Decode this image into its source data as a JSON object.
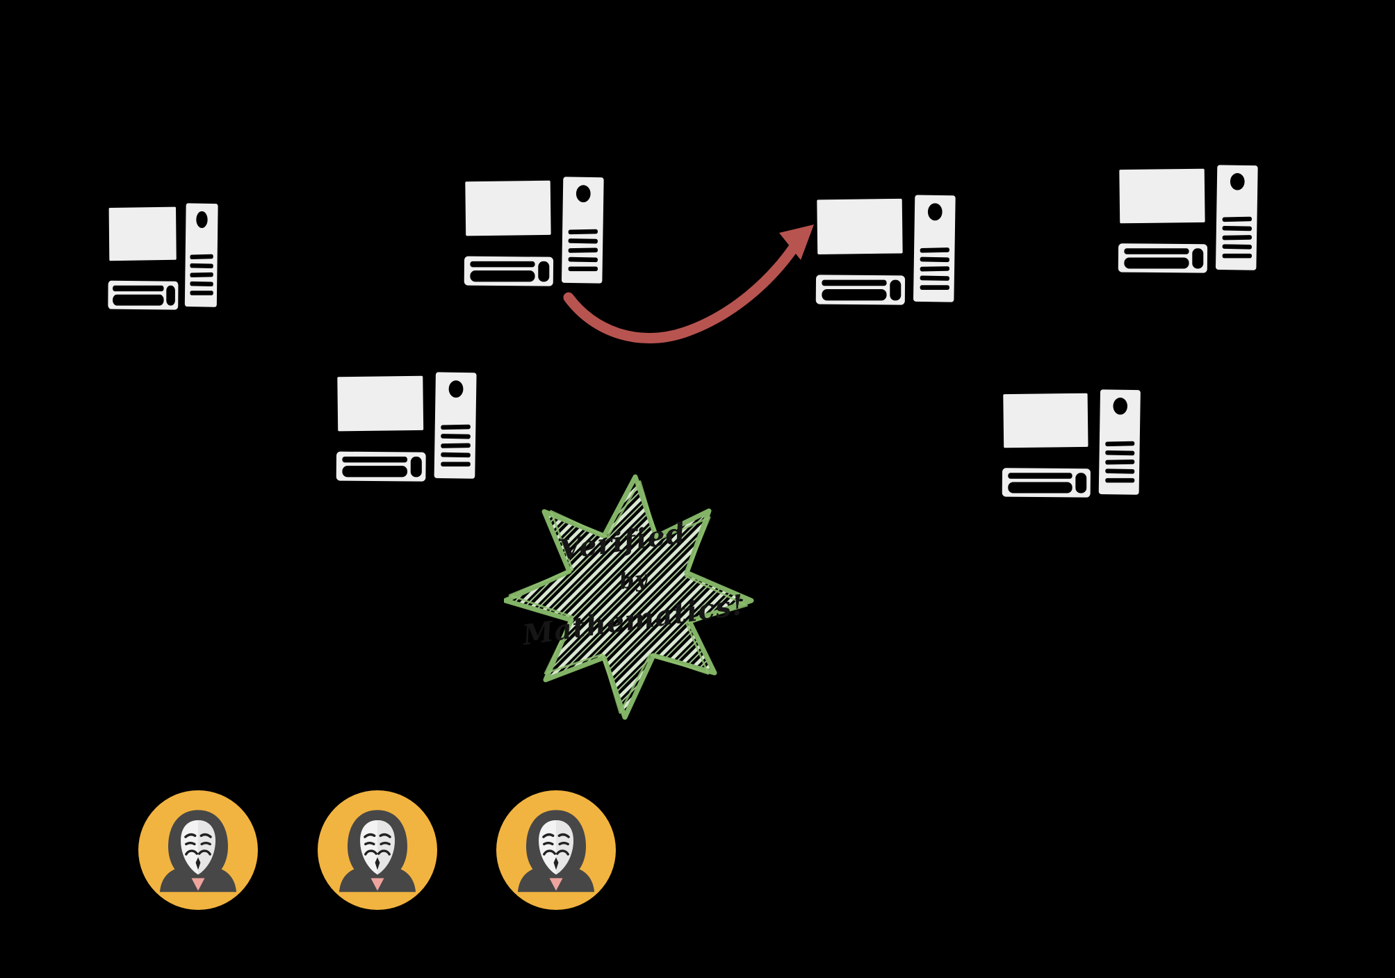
{
  "canvas": {
    "background": "#000000"
  },
  "star_burst": {
    "line1": "Verified",
    "line2": "by",
    "line3": "Mathematics!",
    "outline_color": "#82b366",
    "hatch_color": "#d9e8d2",
    "hatch_accent_color": "#a6c697",
    "text_color": "#161616"
  },
  "transaction_arrow": {
    "color": "#b85450"
  },
  "network": {
    "computer_count": 6,
    "computer_color": "#efefef",
    "computer_detail_color": "#000000"
  },
  "miners": {
    "count": 3,
    "badge_color": "#f2b440",
    "hood_color": "#474747",
    "mask_color": "#f3f3f3",
    "mask_shade_color": "#e2e2e2",
    "collar_color": "#efa49e",
    "feature_color": "#222222"
  }
}
